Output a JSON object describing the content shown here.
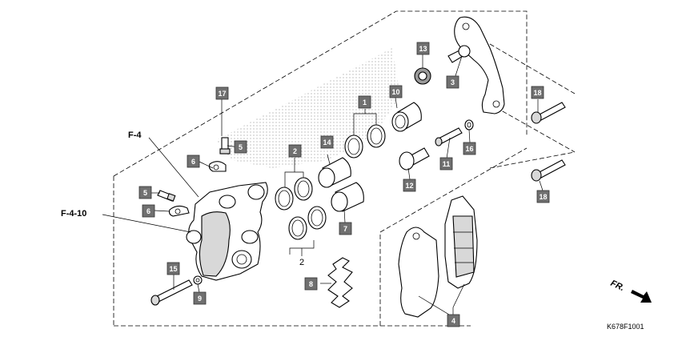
{
  "diagram": {
    "code": "K678F1001",
    "direction_label": "FR.",
    "refs": {
      "f4": "F-4",
      "f410": "F-4-10"
    },
    "plain_labels": {
      "seal_kit": "2"
    },
    "callouts": {
      "c1": "1",
      "c2": "2",
      "c3": "3",
      "c4": "4",
      "c5a": "5",
      "c5b": "5",
      "c6a": "6",
      "c6b": "6",
      "c7": "7",
      "c8": "8",
      "c9": "9",
      "c10": "10",
      "c11": "11",
      "c12": "12",
      "c13": "13",
      "c14": "14",
      "c15": "15",
      "c16": "16",
      "c17": "17",
      "c18a": "18",
      "c18b": "18"
    }
  }
}
